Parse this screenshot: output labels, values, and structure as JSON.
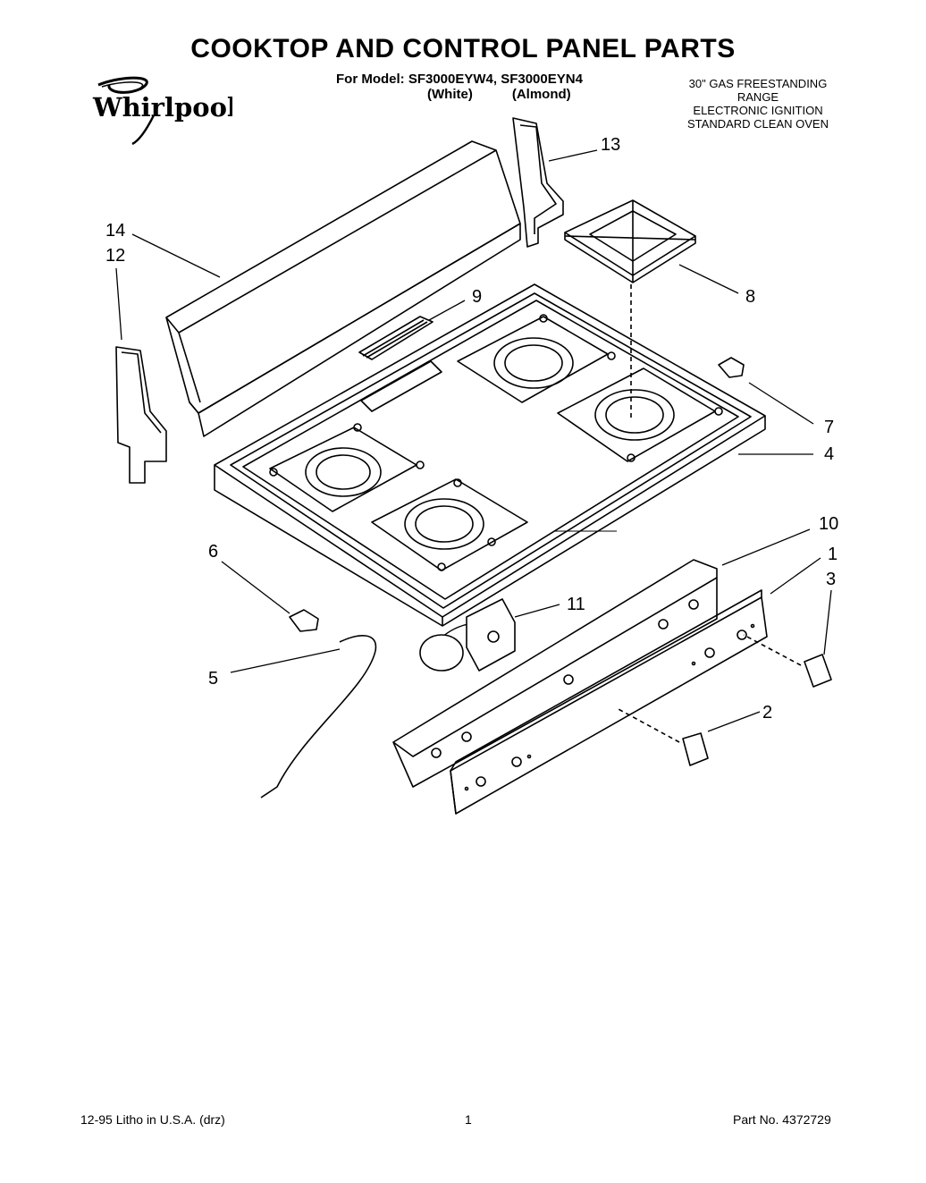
{
  "title": "COOKTOP AND CONTROL PANEL PARTS",
  "model_line": "For Model: SF3000EYW4, SF3000EYN4",
  "color_white": "(White)",
  "color_almond": "(Almond)",
  "brand": "Whirlpool",
  "spec_lines": [
    "30\" GAS FREESTANDING",
    "RANGE",
    "ELECTRONIC IGNITION",
    "STANDARD CLEAN OVEN"
  ],
  "callouts": [
    "1",
    "2",
    "3",
    "4",
    "5",
    "6",
    "7",
    "8",
    "9",
    "10",
    "11",
    "12",
    "13",
    "14"
  ],
  "footer": {
    "left": "12-95 Litho in U.S.A. (drz)",
    "center": "1",
    "right": "Part No. 4372729"
  }
}
